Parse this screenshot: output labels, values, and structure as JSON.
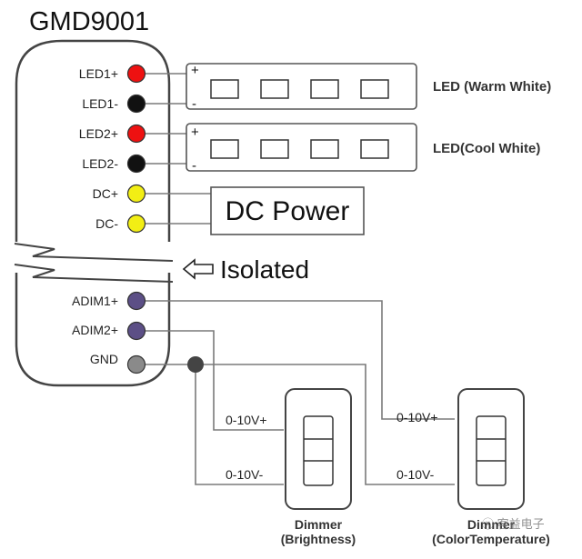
{
  "title": "GMD9001",
  "pins": [
    {
      "label": "LED1+",
      "color": "#ee1111"
    },
    {
      "label": "LED1-",
      "color": "#111111"
    },
    {
      "label": "LED2+",
      "color": "#ee1111"
    },
    {
      "label": "LED2-",
      "color": "#111111"
    },
    {
      "label": "DC+",
      "color": "#f2ee14"
    },
    {
      "label": "DC-",
      "color": "#f2ee14"
    },
    {
      "label": "ADIM1+",
      "color": "#5c4f86"
    },
    {
      "label": "ADIM2+",
      "color": "#5c4f86"
    },
    {
      "label": "GND",
      "color": "#8a8a8a"
    }
  ],
  "strips": [
    {
      "label": "LED (Warm White)",
      "plus": "+",
      "minus": "-"
    },
    {
      "label": "LED(Cool White)",
      "plus": "+",
      "minus": "-"
    }
  ],
  "dc_power": "DC Power",
  "isolated": "Isolated",
  "dimmers": [
    {
      "label_line1": "Dimmer",
      "label_line2": "(Brightness)",
      "v_plus": "0-10V+",
      "v_minus": "0-10V-"
    },
    {
      "label_line1": "Dimmer",
      "label_line2": "(ColorTemperature)",
      "v_plus": "0-10V+",
      "v_minus": "0-10V-"
    }
  ],
  "watermark": "ⓧ 客益电子",
  "colors": {
    "wire": "#7a7a7a",
    "junction": "#444444"
  }
}
